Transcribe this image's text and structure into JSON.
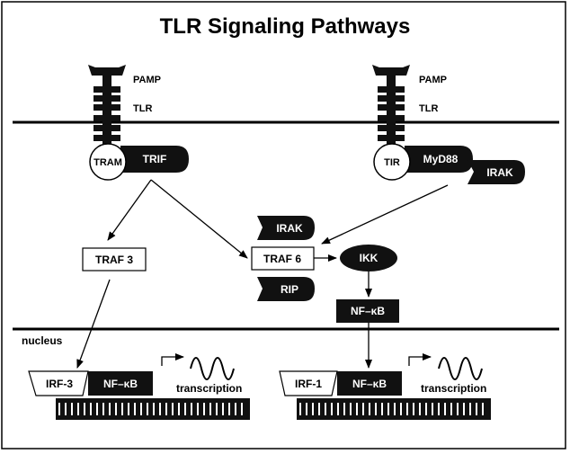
{
  "title": "TLR Signaling Pathways",
  "receptors": {
    "left": {
      "pamp_label": "PAMP",
      "tlr_label": "TLR",
      "adaptor_circle": "TRAM",
      "adaptor_block": "TRIF"
    },
    "right": {
      "pamp_label": "PAMP",
      "tlr_label": "TLR",
      "adaptor_circle": "TIR",
      "adaptor_block": "MyD88",
      "kinase": "IRAK"
    }
  },
  "nodes": {
    "traf3": "TRAF 3",
    "traf6": "TRAF 6",
    "irak_top": "IRAK",
    "rip": "RIP",
    "ikk": "IKK",
    "nfkb_cyto": "NF–κB"
  },
  "nucleus": {
    "label": "nucleus",
    "left": {
      "irf": "IRF-3",
      "nfkb": "NF–κB",
      "transcription": "transcription"
    },
    "right": {
      "irf": "IRF-1",
      "nfkb": "NF–κB",
      "transcription": "transcription"
    }
  }
}
